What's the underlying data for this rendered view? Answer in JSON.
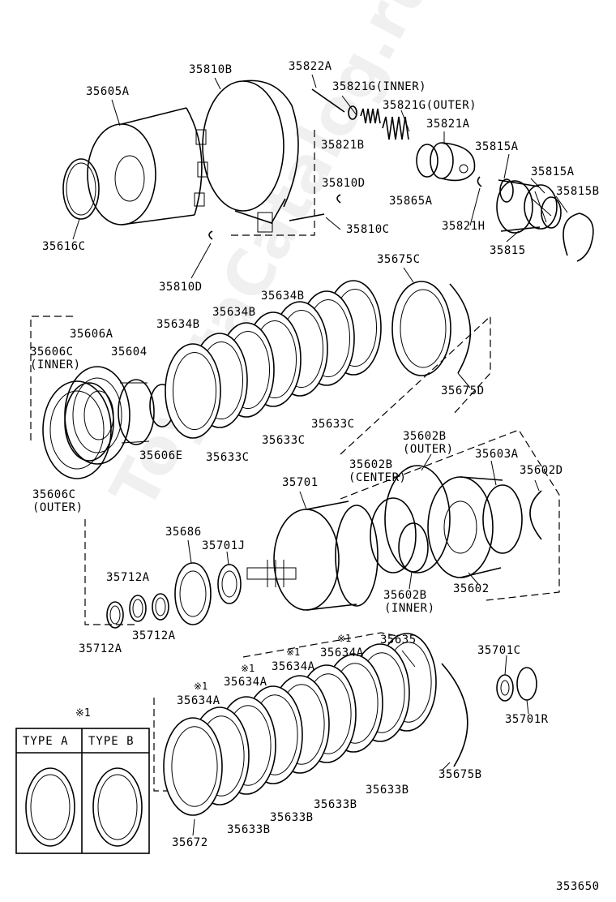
{
  "diagram": {
    "figure_id": "353650",
    "watermark": "ToyotaCatalog.ru",
    "legend": {
      "mark": "※1",
      "type_a": "TYPE A",
      "type_b": "TYPE B"
    },
    "parts": {
      "p35605A": "35605A",
      "p35810B": "35810B",
      "p35822A": "35822A",
      "p35821G_inner": "35821G(INNER)",
      "p35821G_outer": "35821G(OUTER)",
      "p35821A": "35821A",
      "p35821B": "35821B",
      "p35815A_1": "35815A",
      "p35815A_2": "35815A",
      "p35815B": "35815B",
      "p35810D_1": "35810D",
      "p35865A": "35865A",
      "p35821H": "35821H",
      "p35810C": "35810C",
      "p35815": "35815",
      "p35616C": "35616C",
      "p35810D_2": "35810D",
      "p35675C": "35675C",
      "p35634B_1": "35634B",
      "p35634B_2": "35634B",
      "p35634B_3": "35634B",
      "p35606A": "35606A",
      "p35604": "35604",
      "p35606C_a": "35606C",
      "inner_tag": "(INNER)",
      "p35675D": "35675D",
      "p35633C_1": "35633C",
      "p35633C_2": "35633C",
      "p35633C_3": "35633C",
      "p35606E": "35606E",
      "p35606C_b": "35606C",
      "outer_tag": "(OUTER)",
      "p35602B_1": "35602B",
      "outer_tag2": "(OUTER)",
      "p35603A": "35603A",
      "p35701": "35701",
      "p35602B_2": "35602B",
      "center_tag": "(CENTER)",
      "p35602D": "35602D",
      "p35686": "35686",
      "p35701J": "35701J",
      "p35712A_1": "35712A",
      "p35602B_3": "35602B",
      "inner_tag2": "(INNER)",
      "p35602": "35602",
      "p35712A_2": "35712A",
      "p35712A_3": "35712A",
      "p35635": "35635",
      "p35701C": "35701C",
      "p35634A_1": "35634A",
      "p35634A_2": "35634A",
      "p35634A_3": "35634A",
      "p35634A_4": "35634A",
      "p35701R": "35701R",
      "p35675B": "35675B",
      "p35633B_1": "35633B",
      "p35633B_2": "35633B",
      "p35633B_3": "35633B",
      "p35633B_4": "35633B",
      "p35672": "35672"
    }
  }
}
